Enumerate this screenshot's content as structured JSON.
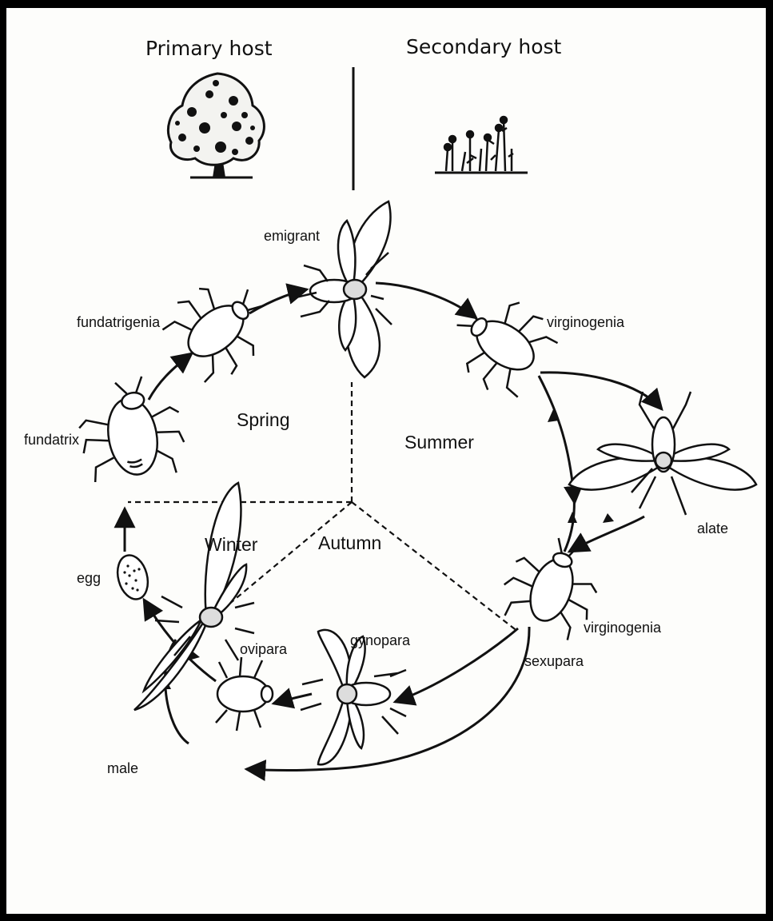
{
  "hosts": {
    "primary": "Primary host",
    "secondary": "Secondary host"
  },
  "seasons": {
    "spring": "Spring",
    "summer": "Summer",
    "autumn": "Autumn",
    "winter": "Winter"
  },
  "stages": {
    "emigrant": "emigrant",
    "fundatrigenia": "fundatrigenia",
    "fundatrix": "fundatrix",
    "virginogenia_top": "virginogenia",
    "alate": "alate",
    "virginogenia_bottom": "virginogenia",
    "sexupara": "sexupara",
    "gynopara": "gynopara",
    "ovipara": "ovipara",
    "egg": "egg",
    "male": "male"
  },
  "colors": {
    "ink": "#111111",
    "paper": "#fdfdfb",
    "frame": "#000000"
  },
  "icons": {
    "tree": "tree-icon",
    "plants": "herbaceous-plants-icon",
    "aphid_wingless": "wingless-aphid-icon",
    "aphid_winged": "winged-aphid-icon",
    "egg": "egg-icon"
  }
}
